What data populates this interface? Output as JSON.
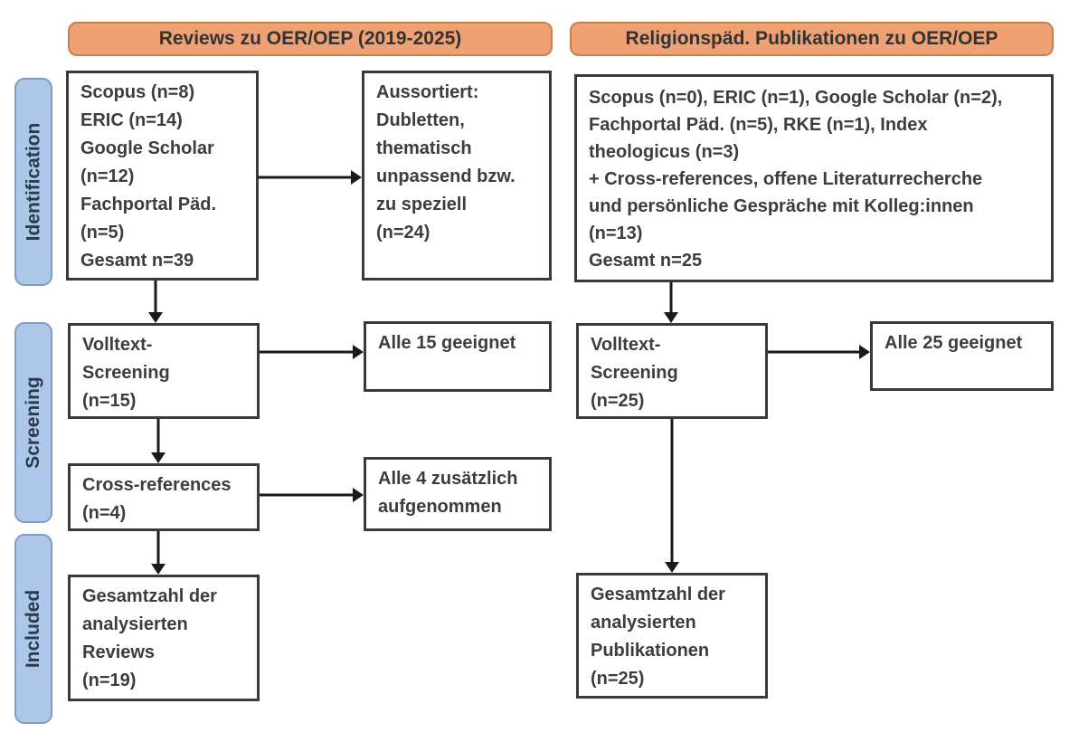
{
  "colors": {
    "header_fill": "#F0A173",
    "header_border": "#C97F48",
    "stage_fill": "#AEC7E8",
    "stage_border": "#7E9CC4",
    "box_border": "#3A3A3A",
    "box_text": "#3D3D3D",
    "arrow": "#1A1A1A",
    "background": "#FFFFFF"
  },
  "headers": {
    "left": "Reviews zu OER/OEP (2019-2025)",
    "right": "Religionspäd. Publikationen zu OER/OEP"
  },
  "stages": {
    "identification": "Identification",
    "screening": "Screening",
    "included": "Included"
  },
  "boxes": {
    "left_sources": "Scopus (n=8)\nERIC (n=14)\nGoogle Scholar\n(n=12)\nFachportal Päd.\n(n=5)\nGesamt n=39",
    "left_excluded": "Aussortiert:\nDubletten,\nthematisch\nunpassend bzw.\nzu speziell\n(n=24)",
    "left_fulltext": "Volltext-\nScreening\n(n=15)",
    "left_eligible": "Alle 15 geeignet",
    "left_crossref": "Cross-references\n(n=4)",
    "left_added": "Alle 4 zusätzlich\naufgenommen",
    "left_total": "Gesamtzahl der\nanalysierten\nReviews\n(n=19)",
    "right_sources": "Scopus (n=0), ERIC (n=1), Google Scholar (n=2),\nFachportal Päd. (n=5), RKE (n=1), Index\ntheologicus (n=3)\n+ Cross-references, offene Literaturrecherche\nund persönliche Gespräche mit Kolleg:innen\n(n=13)\nGesamt n=25",
    "right_fulltext": "Volltext-\nScreening\n(n=25)",
    "right_eligible": "Alle 25 geeignet",
    "right_total": "Gesamtzahl der\nanalysierten\nPublikationen\n(n=25)"
  }
}
